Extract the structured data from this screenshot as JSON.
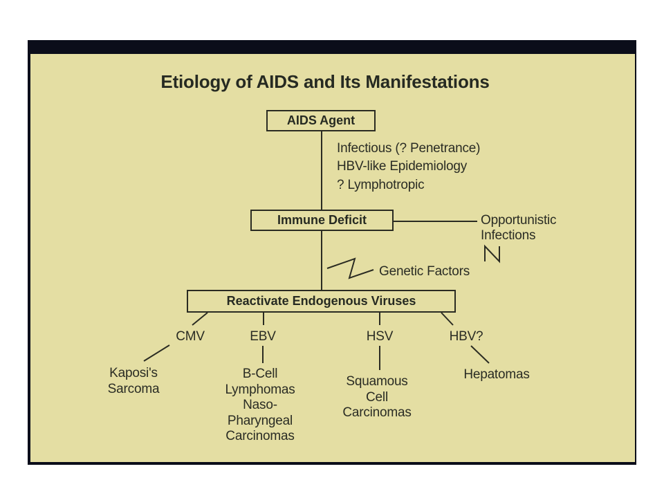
{
  "title": "Etiology of AIDS and Its Manifestations",
  "nodes": {
    "agent": "AIDS Agent",
    "agent_notes": [
      "Infectious (? Penetrance)",
      "HBV-like Epidemiology",
      "? Lymphotropic"
    ],
    "immune": "Immune Deficit",
    "opportunistic": [
      "Opportunistic",
      "Infections"
    ],
    "genetic": "Genetic Factors",
    "reactivate": "Reactivate Endogenous Viruses",
    "viruses": [
      "CMV",
      "EBV",
      "HSV",
      "HBV?"
    ],
    "cmv_outcome": [
      "Kaposi's",
      "Sarcoma"
    ],
    "ebv_outcome": [
      "B-Cell",
      "Lymphomas",
      "Naso-",
      "Pharyngeal",
      "Carcinomas"
    ],
    "hsv_outcome": [
      "Squamous",
      "Cell",
      "Carcinomas"
    ],
    "hbv_outcome": [
      "Hepatomas"
    ]
  },
  "colors": {
    "slide": "#e4dea3",
    "ink": "#262a22",
    "frame": "#0b0d1a"
  }
}
